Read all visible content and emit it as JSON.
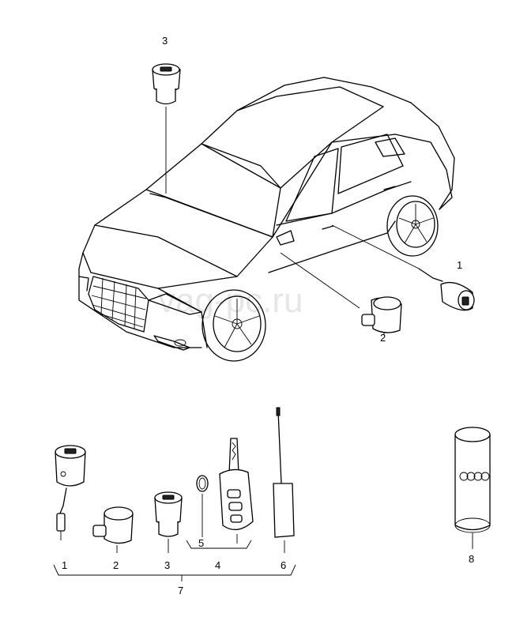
{
  "watermark": "vag-pc.ru",
  "callouts": {
    "c3_top": "3",
    "c1_right": "1",
    "c2_right": "2",
    "c1_bottom": "1",
    "c2_bottom": "2",
    "c3_bottom": "3",
    "c5": "5",
    "c4": "4",
    "c6": "6",
    "c7": "7",
    "c8": "8"
  }
}
